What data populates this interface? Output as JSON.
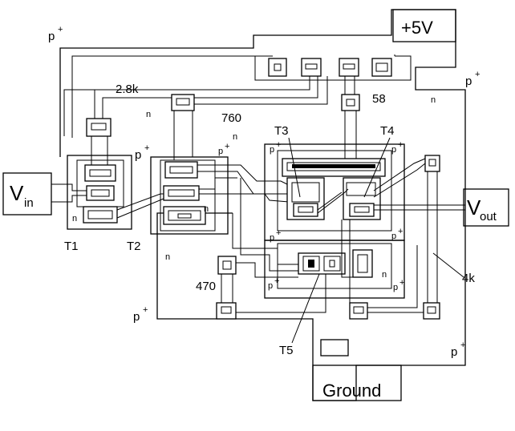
{
  "terminals": {
    "vcc": "+5V",
    "ground": "Ground",
    "vin_main": "V",
    "vin_sub": "in",
    "vout_main": "V",
    "vout_sub": "out"
  },
  "transistors": {
    "t1": "T1",
    "t2": "T2",
    "t3": "T3",
    "t4": "T4",
    "t5": "T5"
  },
  "resistors": {
    "r_2k8": "2.8k",
    "r_760": "760",
    "r_58": "58",
    "r_470": "470",
    "r_4k": "4k"
  },
  "doping": {
    "p_plus": "p",
    "p_sup": "+",
    "n": "n"
  }
}
